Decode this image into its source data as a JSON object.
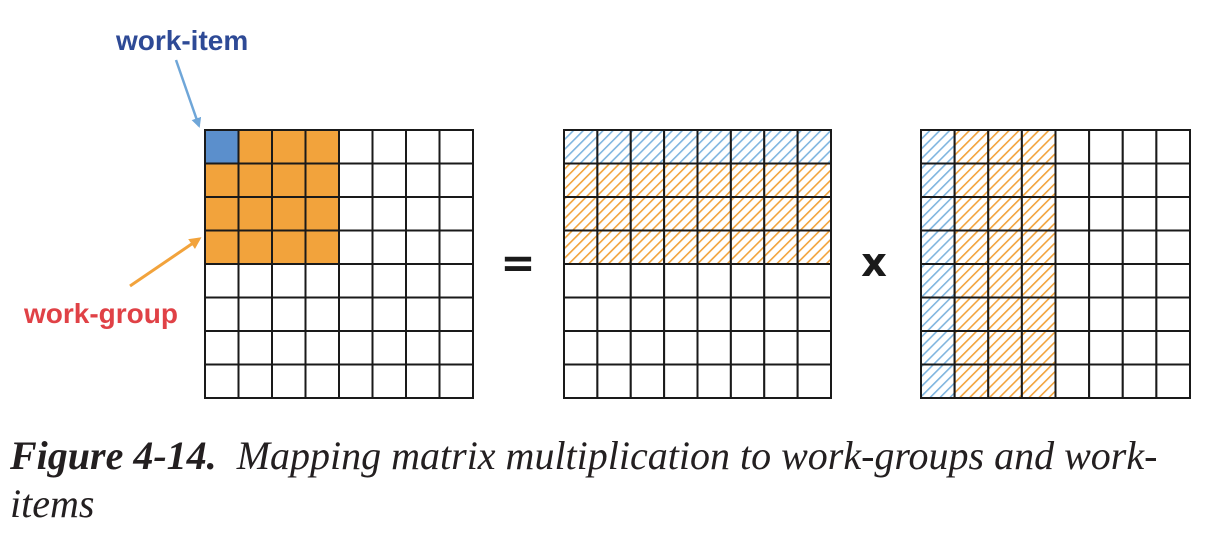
{
  "labels": {
    "work_item": "work-item",
    "work_group": "work-group",
    "equals": "=",
    "times": "x"
  },
  "caption": {
    "figure_label": "Figure 4-14.",
    "text": "Mapping matrix multiplication to work-groups and work-items"
  },
  "grid_size": 8,
  "colors": {
    "work_item_fill": "#5b8fcc",
    "work_group_fill": "#f2a33c",
    "hatch_blue": "#7fb5e0",
    "hatch_orange": "#f2a33c",
    "grid_line": "#1a1a1a",
    "work_item_label": "#2e4a96",
    "work_group_label": "#e04146",
    "work_item_arrow": "#6fa6d8",
    "work_group_arrow": "#f2a33c"
  },
  "matrices": [
    {
      "name": "result",
      "work_item_cells": [
        [
          0,
          0
        ]
      ],
      "work_group_rows": [
        0,
        3
      ],
      "work_group_cols": [
        0,
        3
      ],
      "style": "solid"
    },
    {
      "name": "left",
      "blue_rows": [
        0,
        0
      ],
      "blue_cols": [
        0,
        7
      ],
      "orange_rows": [
        1,
        3
      ],
      "orange_cols": [
        0,
        7
      ],
      "style": "hatch"
    },
    {
      "name": "right",
      "blue_rows": [
        0,
        7
      ],
      "blue_cols": [
        0,
        0
      ],
      "orange_rows": [
        0,
        7
      ],
      "orange_cols": [
        1,
        3
      ],
      "style": "hatch"
    }
  ]
}
